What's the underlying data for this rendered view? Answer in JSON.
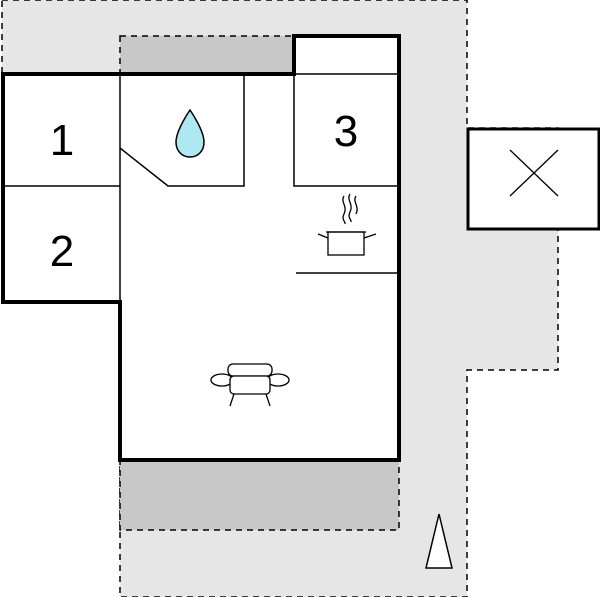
{
  "floorplan": {
    "rooms": [
      {
        "id": "room-1",
        "label": "1"
      },
      {
        "id": "room-2",
        "label": "2"
      },
      {
        "id": "room-3",
        "label": "3"
      }
    ],
    "icons": {
      "bathroom": "water-drop-icon",
      "kitchen": "cooking-pot-icon",
      "living": "sofa-icon",
      "north": "north-arrow-icon",
      "exterior_box": "cross-icon"
    },
    "colors": {
      "wall": "#000000",
      "outdoor_area": "#e6e6e6",
      "terrace": "#c8c8c8",
      "water": "#aee8f0"
    }
  }
}
